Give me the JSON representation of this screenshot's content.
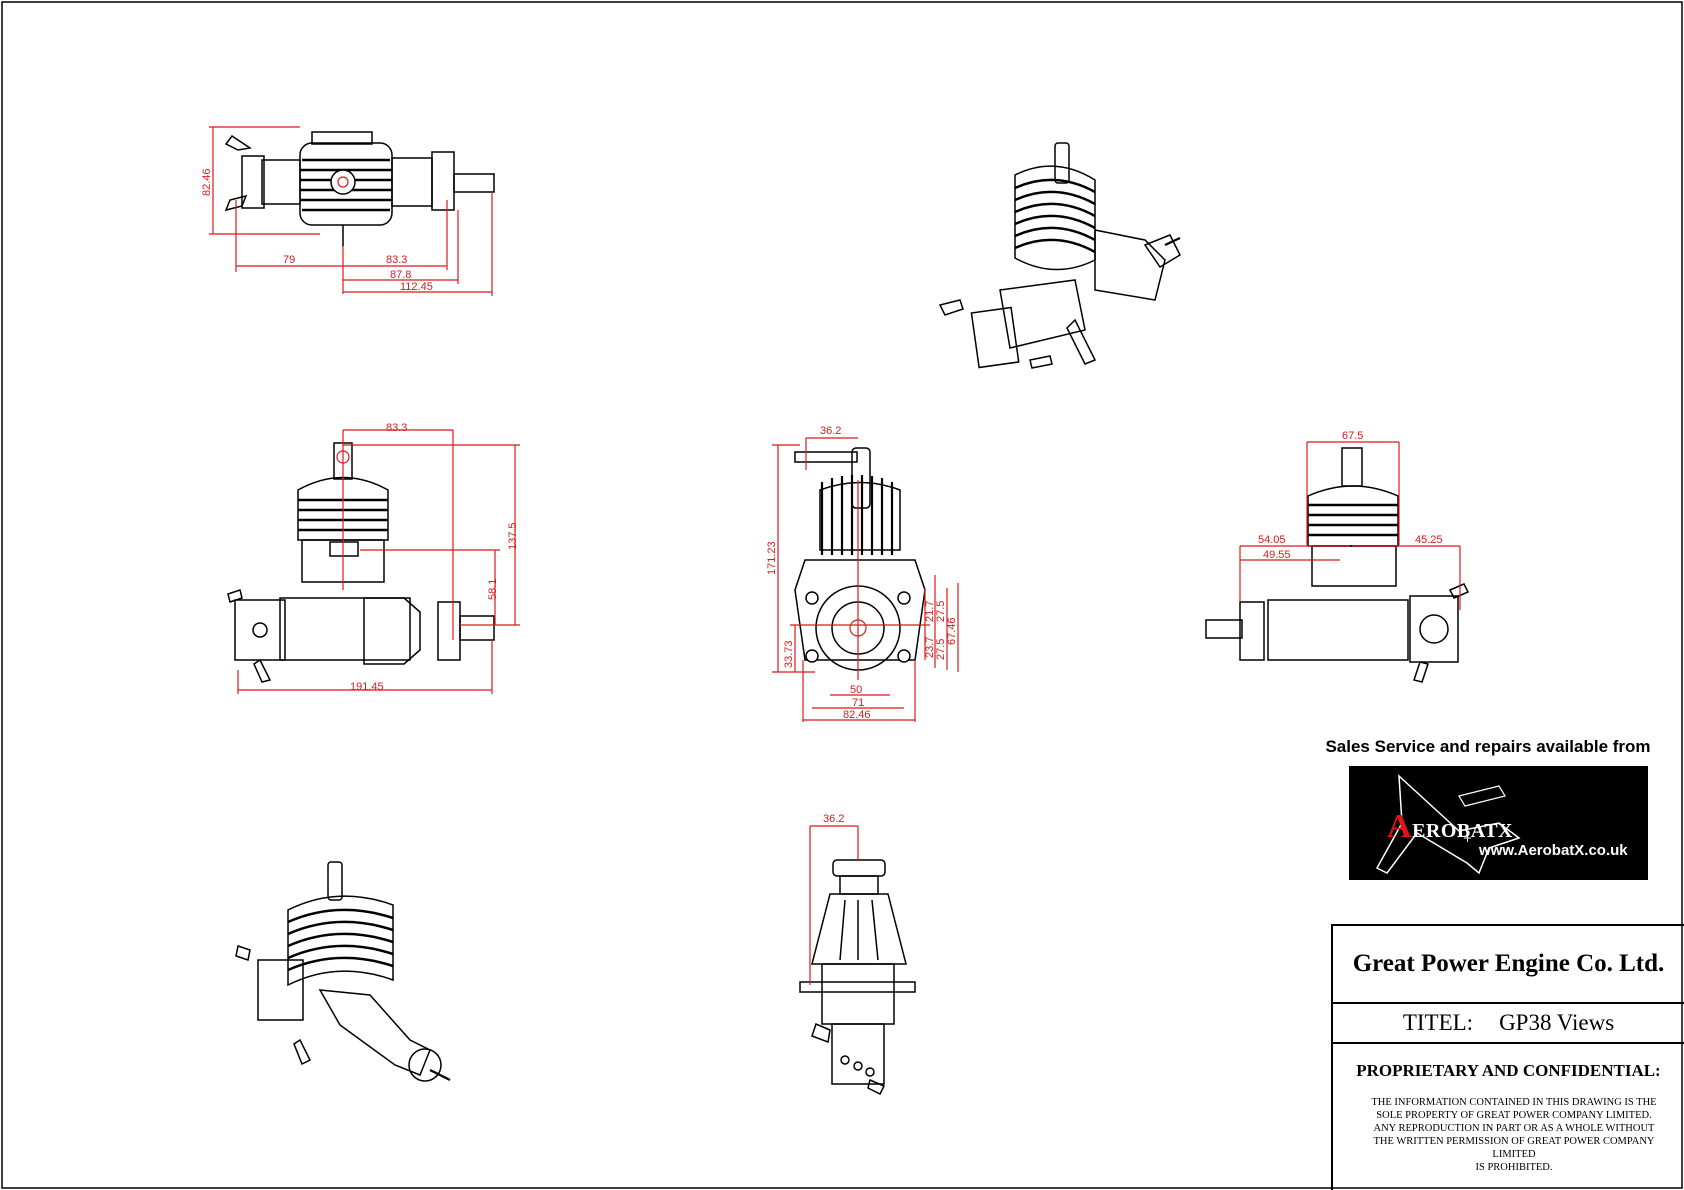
{
  "views": {
    "top": {
      "dims": [
        "82.46",
        "79",
        "83.3",
        "87.8",
        "112.45"
      ]
    },
    "side": {
      "dims": [
        "83.3",
        "137.5",
        "58.1",
        "191.45"
      ]
    },
    "front": {
      "dims": [
        "36.2",
        "171.23",
        "21.7",
        "27.5",
        "67.46",
        "23.7",
        "27.5",
        "33.73",
        "50",
        "71",
        "82.46"
      ]
    },
    "rear": {
      "dims": [
        "67.5",
        "54.05",
        "49.55",
        "45.25"
      ]
    },
    "bottom": {
      "dims": [
        "36.2"
      ]
    }
  },
  "sales": {
    "heading": "Sales Service and repairs available from",
    "logo_word_first": "A",
    "logo_word_rest": "EROBATX",
    "logo_url": "www.AerobatX.co.uk"
  },
  "title_block": {
    "company": "Great Power Engine Co. Ltd.",
    "titel_label": "TITEL:",
    "titel_value": "GP38 Views",
    "proprietary_heading": "PROPRIETARY AND CONFIDENTIAL:",
    "proprietary_text": "THE INFORMATION CONTAINED IN THIS DRAWING IS THE\nSOLE PROPERTY OF GREAT POWER  COMPANY   LIMITED.\nANY REPRODUCTION IN PART OR AS A WHOLE WITHOUT\nTHE WRITTEN PERMISSION OF GREAT POWER  COMPANY\nLIMITED\nIS PROHIBITED."
  },
  "colors": {
    "dimension": "#d81b1b",
    "logo_bg": "#000000",
    "logo_accent": "#e0141b"
  }
}
